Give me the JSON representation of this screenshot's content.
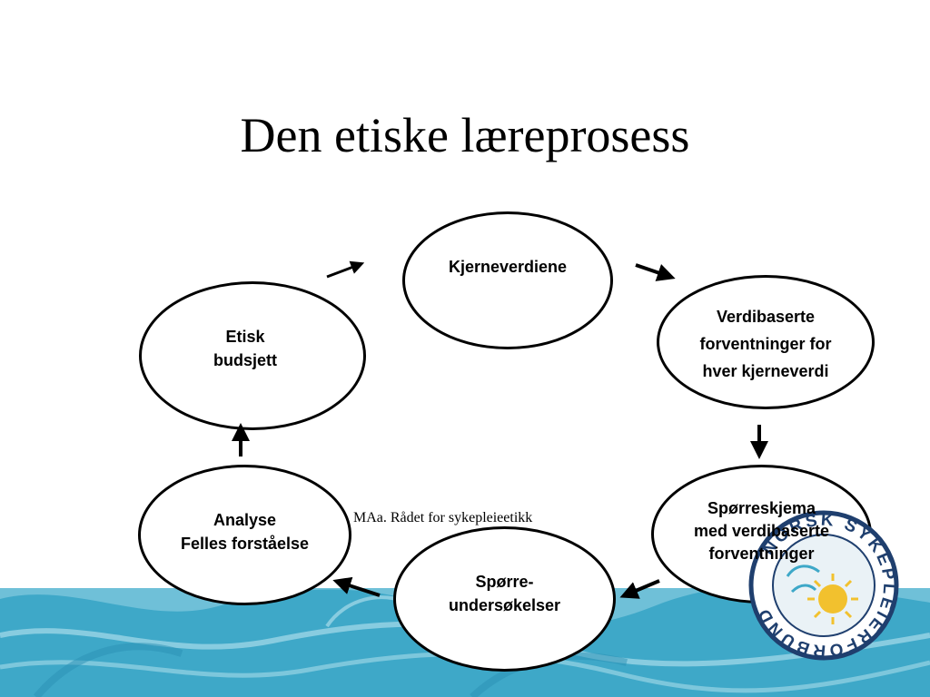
{
  "slide": {
    "title": "Den etiske læreprosess",
    "footer": "MAa. Rådet for sykepleieetikk"
  },
  "nodes": {
    "kjerneverdiene": {
      "lines": [
        "Kjerneverdiene"
      ]
    },
    "verdibaserte": {
      "lines": [
        "Verdibaserte",
        "forventninger for",
        "hver kjerneverdi"
      ]
    },
    "sporreskjema": {
      "lines": [
        "Spørreskjema",
        "med verdibaserte",
        "forventninger"
      ]
    },
    "sporreundersokelser": {
      "lines": [
        "Spørre-",
        "undersøkelser"
      ]
    },
    "analyse": {
      "lines": [
        "Analyse",
        "Felles forståelse"
      ]
    },
    "etisk": {
      "lines": [
        "Etisk",
        "budsjett"
      ]
    }
  },
  "logo": {
    "text": "NORSK SYKEPLEIERFORBUND",
    "ring_color": "#1f3f6e",
    "sun_color": "#f2c12e"
  },
  "colors": {
    "wave_base": "#3ea8c8",
    "wave_light": "#7cc6dc",
    "wave_dark": "#2a8fb4"
  }
}
